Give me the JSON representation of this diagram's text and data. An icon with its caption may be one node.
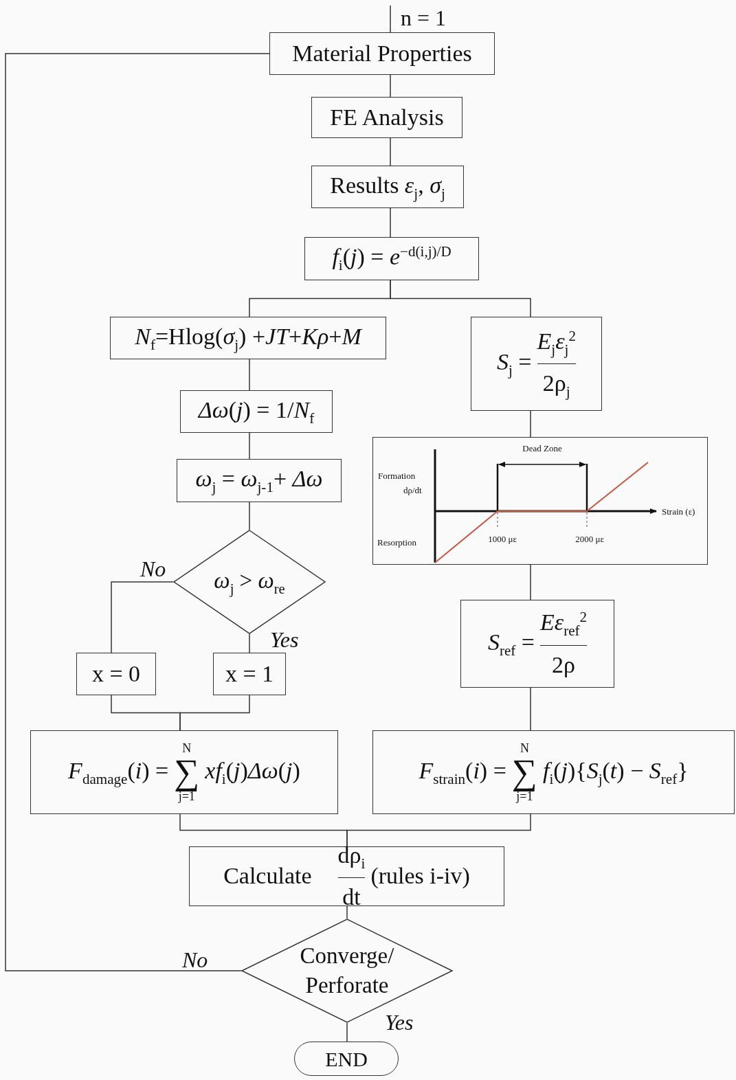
{
  "diagram": {
    "nodes": [
      {
        "text": [
          "Material Properties"
        ]
      },
      {
        "text": [
          "FE Analysis"
        ]
      },
      {
        "text": [
          "Results *ε*$_{j}$, *σ*$_{j}$"
        ]
      },
      {
        "text": [
          "*f*$_{i}$(*j*) = *e*$^{−d(i,j)/D}$"
        ]
      },
      {
        "text": [
          "*N*$_{f}$=Hlog(*σ*$_{j}$) +*JT*+*Kρ*+*M*"
        ]
      },
      {
        "text": [
          "*S*$_{j}$ =",
          "*E*$_{j}$*ε*$_{j}$$^{2}$",
          "2ρ$_{j}$"
        ]
      },
      {
        "text": [
          "*Δω*(*j*) = 1/*N*$_{f}$"
        ]
      },
      {
        "text": [
          "*ω*$_{j}$ = *ω*$_{j-1}$+ *Δω*"
        ]
      },
      {
        "text": [
          "*ω*$_{j}$ > *ω*$_{re}$"
        ]
      },
      {
        "text": [
          "Dead Zone",
          "Formation",
          "dρ/dt",
          "Resorption",
          "1000 με",
          "2000 με",
          "Strain (ε)"
        ]
      },
      {
        "text": [
          "x = 0"
        ]
      },
      {
        "text": [
          "x = 1"
        ]
      },
      {
        "text": [
          "*S*$_{ref}$ =",
          "*Eε*$_{ref}$$^{2}$",
          "2ρ"
        ]
      },
      {
        "text": [
          "*F*$_{damage}$(*i*) =",
          "N",
          "∑",
          "j=1",
          "*xf*$_{i}$(*j*)*Δω*(*j*)"
        ]
      },
      {
        "text": [
          "*F*$_{strain}$(*i*) =",
          "N",
          "∑",
          "j=1",
          "*f*$_{i}$(*j*){*S*$_{j}$(*t*) − *S*$_{ref}$}"
        ]
      },
      {
        "text": [
          "Calculate",
          "dρ$_{i}$",
          "dt",
          "(rules i-iv)"
        ]
      },
      {
        "text": [
          "Converge/ Perforate"
        ]
      },
      {
        "text": [
          "END"
        ]
      }
    ],
    "edges": [
      {
        "from": null,
        "to": 0,
        "arrow": "none",
        "label": "n = 1"
      },
      {
        "from": 0,
        "to": 1,
        "arrow": "none"
      },
      {
        "from": 1,
        "to": 2,
        "arrow": "none"
      },
      {
        "from": 2,
        "to": 3,
        "arrow": "none"
      },
      {
        "from": 3,
        "to": 4,
        "arrow": "none"
      },
      {
        "from": 3,
        "to": 5,
        "arrow": "none"
      },
      {
        "from": 4,
        "to": 6,
        "arrow": "none"
      },
      {
        "from": 6,
        "to": 7,
        "arrow": "none"
      },
      {
        "from": 7,
        "to": 8,
        "arrow": "none"
      },
      {
        "from": 8,
        "to": 10,
        "arrow": "none",
        "label": "No"
      },
      {
        "from": 8,
        "to": 11,
        "arrow": "none",
        "label": "Yes"
      },
      {
        "from": 5,
        "to": 9,
        "arrow": "none"
      },
      {
        "from": 9,
        "to": 12,
        "arrow": "none"
      },
      {
        "from": 10,
        "to": 13,
        "arrow": "none"
      },
      {
        "from": 11,
        "to": 13,
        "arrow": "none"
      },
      {
        "from": 12,
        "to": 14,
        "arrow": "none"
      },
      {
        "from": 13,
        "to": 15,
        "arrow": "none"
      },
      {
        "from": 14,
        "to": 15,
        "arrow": "none"
      },
      {
        "from": 15,
        "to": 16,
        "arrow": "none"
      },
      {
        "from": 16,
        "to": 17,
        "arrow": "none",
        "label": "Yes"
      },
      {
        "from": 16,
        "to": 0,
        "arrow": "none",
        "label": "No"
      }
    ]
  }
}
